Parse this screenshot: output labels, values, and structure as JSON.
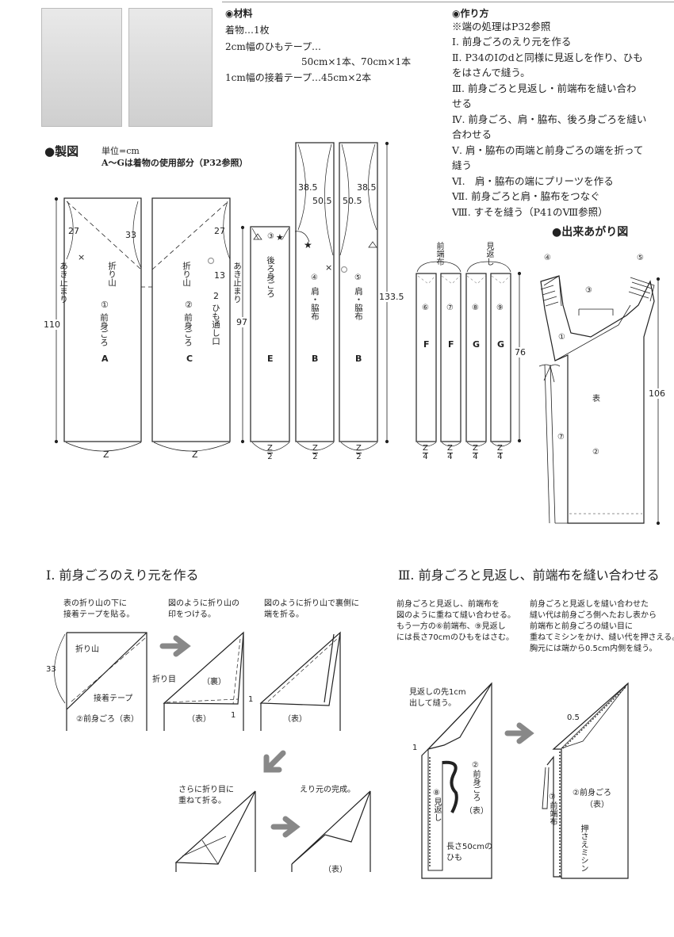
{
  "materials": {
    "heading": "◉材料",
    "lines": [
      "着物…1枚",
      "2cm幅のひもテープ…",
      "50cm×1本、70cm×1本",
      "1cm幅の接着テープ…45cm×2本"
    ]
  },
  "method": {
    "heading": "◉作り方",
    "note": "※端の処理はP32参照",
    "steps": [
      "Ⅰ. 前身ごろのえり元を作る",
      "Ⅱ. P34のⅠのdと同様に見返しを作り、ひも",
      "をはさんで縫う。",
      "Ⅲ. 前身ごろと見返し・前端布を縫い合わ",
      "せる",
      "Ⅳ. 前身ごろ、肩・脇布、後ろ身ごろを縫い",
      "合わせる",
      "Ⅴ. 肩・脇布の両端と前身ごろの端を折って",
      "縫う",
      "Ⅵ.　肩・脇布の端にプリーツを作る",
      "Ⅶ. 前身ごろと肩・脇布をつなぐ",
      "Ⅷ. すそを縫う（P41のⅧ参照）"
    ]
  },
  "pattern": {
    "heading": "●製図",
    "unit": "単位=cm",
    "note": "A〜Gは着物の使用部分（P32参照）",
    "pieces": [
      {
        "num": "①",
        "name": "前身ごろ",
        "letter": "A",
        "fold": "折り山",
        "side": "あき止まり",
        "d1": "27",
        "d2": "33",
        "bottom": "Z",
        "height": "110"
      },
      {
        "num": "②",
        "name": "前身ごろ",
        "letter": "C",
        "fold": "折り山",
        "side": "あき止まり",
        "d1": "27",
        "d2": "13",
        "d3": "2",
        "hole": "ひも通し口",
        "bottom": "Z"
      },
      {
        "num": "③",
        "name": "後ろ身ごろ",
        "letter": "E",
        "bottom_num": "Z",
        "bottom_den": "2",
        "height": "97"
      },
      {
        "num": "④",
        "name": "肩・脇布",
        "letter": "B",
        "d1": "38.5",
        "d2": "50.5",
        "bottom_num": "Z",
        "bottom_den": "2"
      },
      {
        "num": "⑤",
        "name": "肩・脇布",
        "letter": "B",
        "d1": "38.5",
        "d2": "50.5",
        "bottom_num": "Z",
        "bottom_den": "2",
        "height": "133.5"
      }
    ],
    "strips": {
      "group1": "前端布",
      "group2": "見返し",
      "items": [
        {
          "num": "⑥",
          "letter": "F"
        },
        {
          "num": "⑦",
          "letter": "F"
        },
        {
          "num": "⑧",
          "letter": "G"
        },
        {
          "num": "⑨",
          "letter": "G"
        }
      ],
      "bottom_num": "Z",
      "bottom_den": "4",
      "height": "76"
    },
    "marks": {
      "cross": "×",
      "star": "★"
    }
  },
  "finished": {
    "heading": "●出来あがり図",
    "labels": [
      "④",
      "⑤",
      "③",
      "①",
      "表",
      "⑦",
      "②"
    ],
    "height": "106"
  },
  "section1": {
    "title": "Ⅰ. 前身ごろのえり元を作る",
    "captions": [
      "表の折り山の下に\n接着テープを貼る。",
      "図のように折り山の\n印をつける。",
      "図のように折り山で裏側に\n端を折る。",
      "さらに折り目に\n重ねて折る。",
      "えり元の完成。"
    ],
    "labels": {
      "fold": "折り山",
      "tape": "接着テープ",
      "body": "②前身ごろ（表）",
      "dim": "33",
      "crease": "折り目",
      "back": "（裏）",
      "front": "（表）",
      "one": "1"
    }
  },
  "section3": {
    "title": "Ⅲ. 前身ごろと見返し、前端布を縫い合わせる",
    "text1": "前身ごろと見返し、前端布を\n図のように重ねて縫い合わせる。\nもう一方の⑥前端布、⑨見返し\nには長さ70cmのひもをはさむ。",
    "text2": "前身ごろと見返しを縫い合わせた\n縫い代は前身ごろ側へたおし表から\n前端布と前身ごろの縫い目に\n重ねてミシンをかけ、縫い代を押さえる。\n胸元には端から0.5cm内側を縫う。",
    "labels": {
      "note": "見返しの先1cm\n出して縫う。",
      "one": "1",
      "facing": "⑧見返し",
      "body": "②前身ごろ",
      "front": "（表）",
      "tie": "長さ50cmの\nひも",
      "half": "0.5",
      "body2": "②前身ごろ",
      "front2": "（表）",
      "edge": "⑦前端布",
      "stitch": "押さえミシン"
    }
  }
}
